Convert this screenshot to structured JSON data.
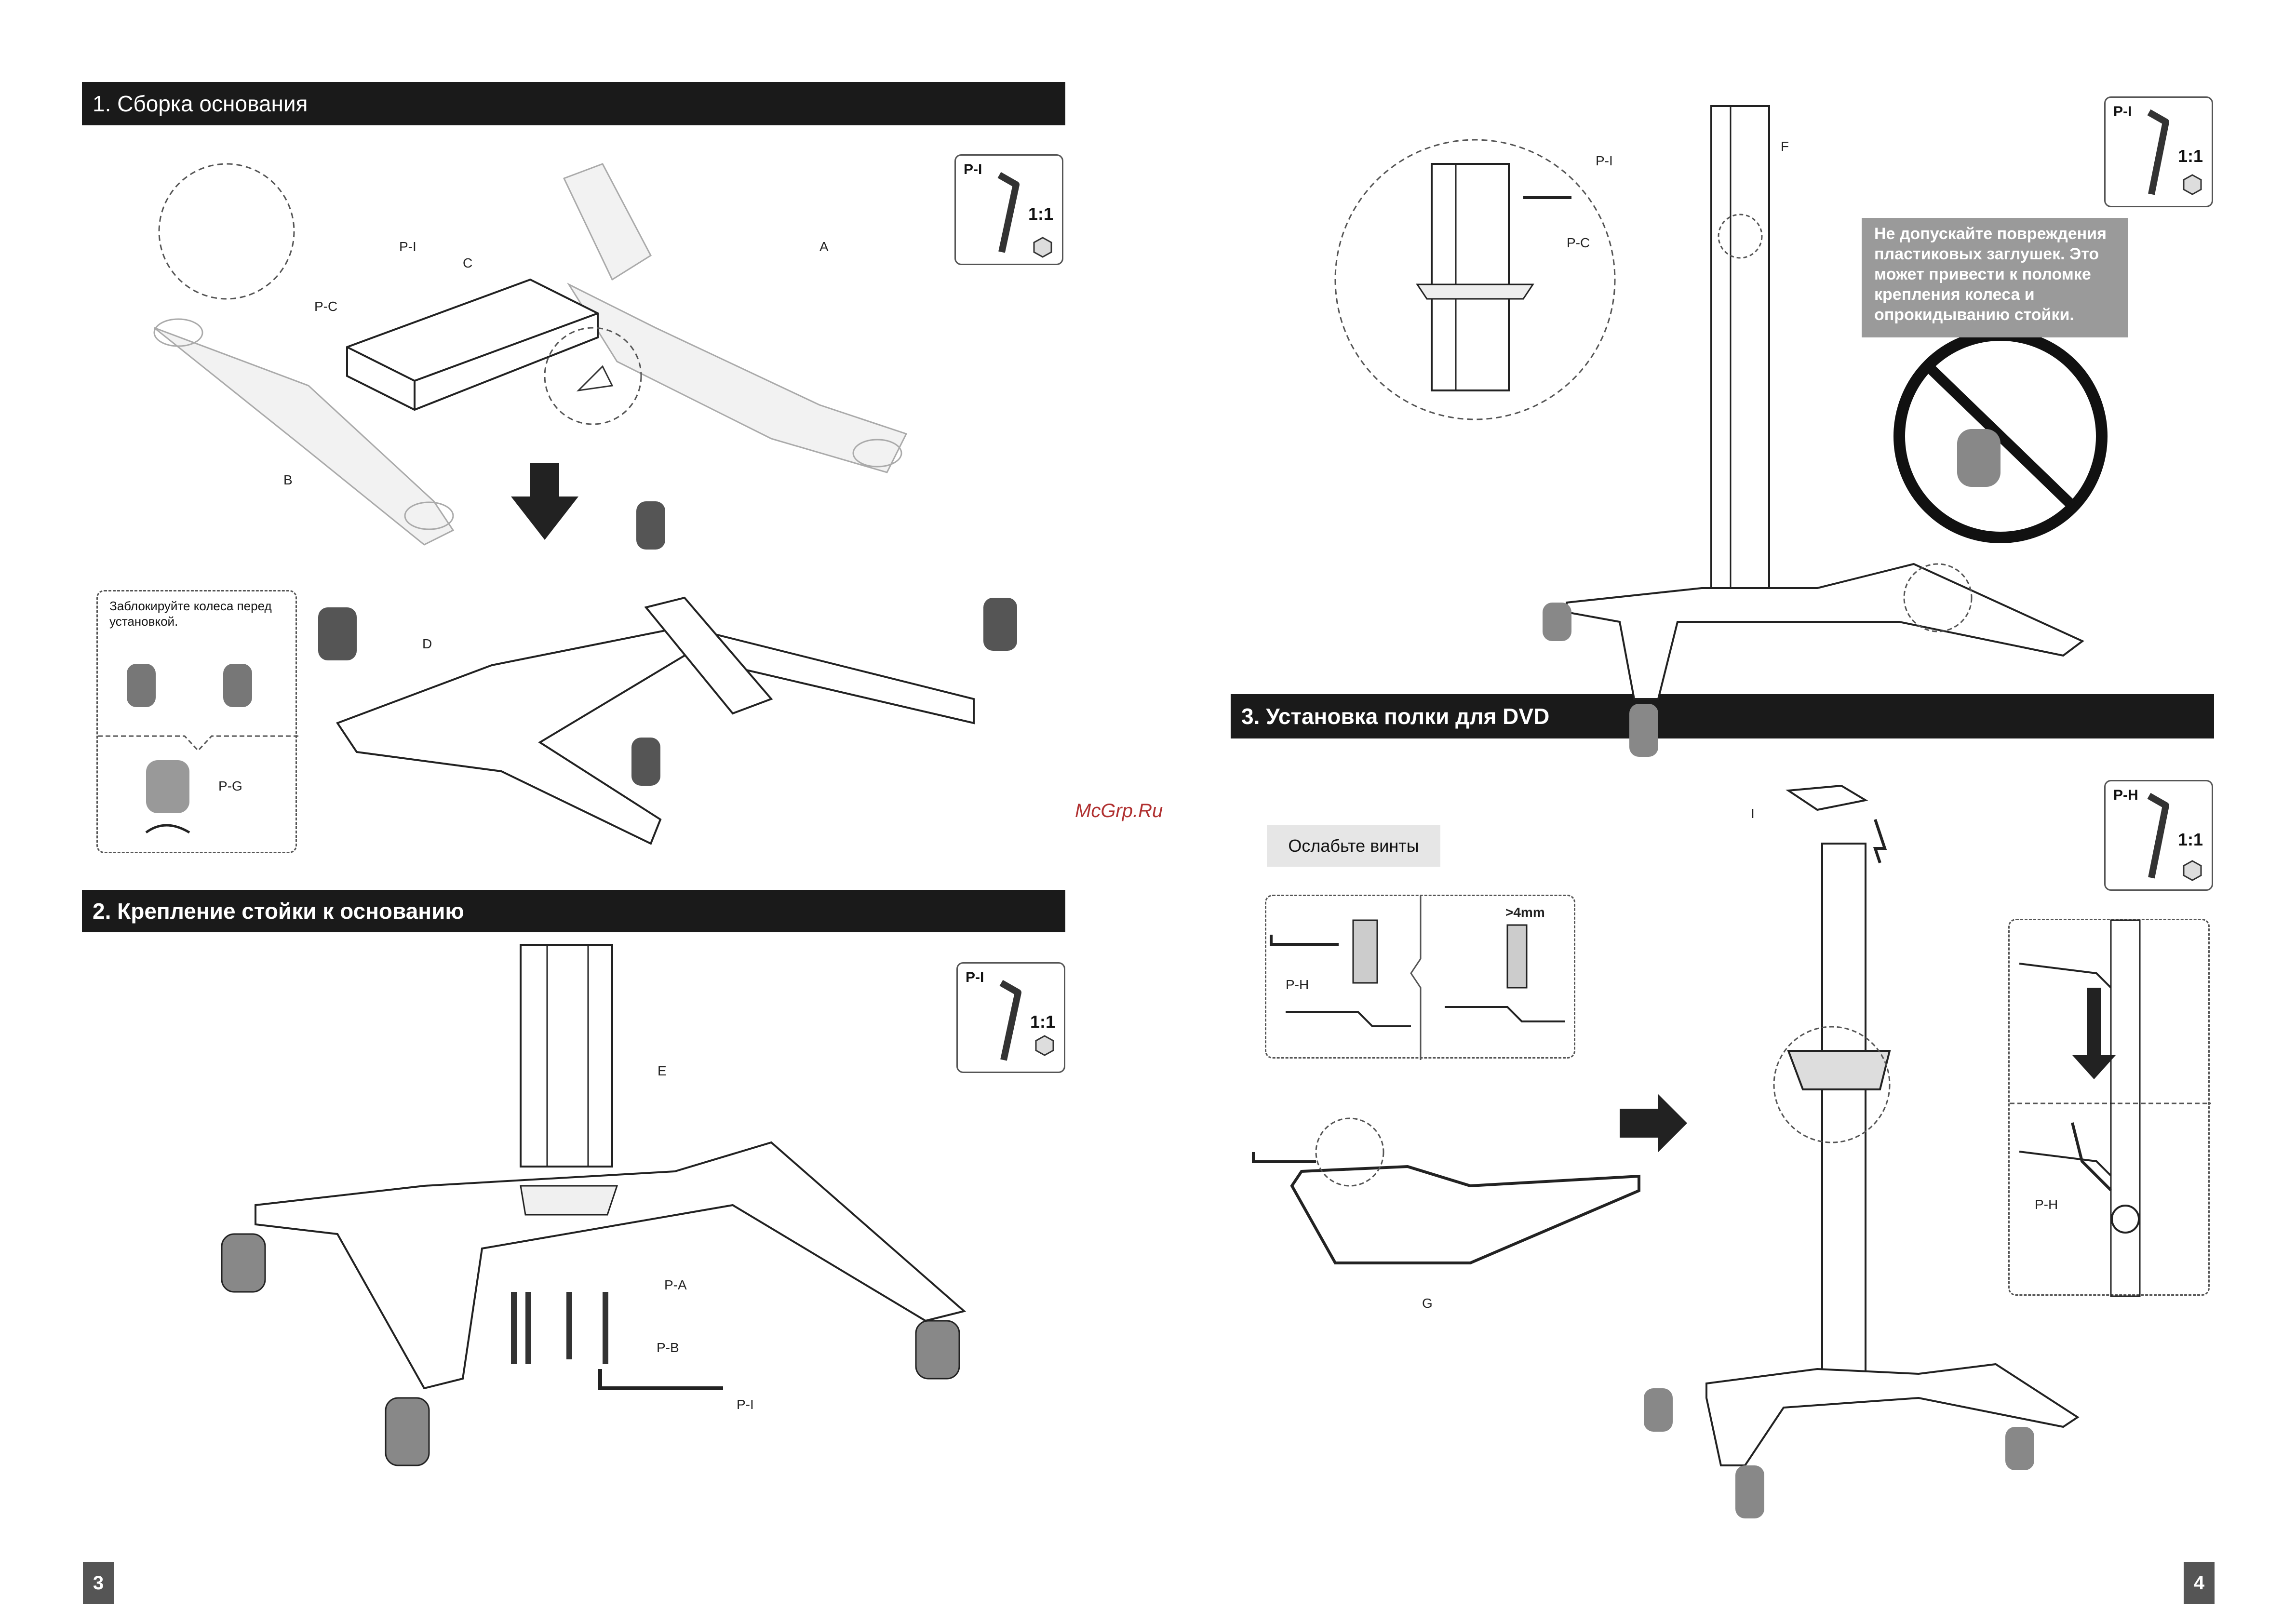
{
  "sections": [
    {
      "title": "1. Сборка основания"
    },
    {
      "title": "2. Крепление стойки к основанию"
    },
    {
      "title": "3. Установка полки для DVD"
    }
  ],
  "tools": [
    {
      "id": "P-I",
      "scale": "1:1"
    },
    {
      "id": "P-I",
      "scale": "1:1"
    },
    {
      "id": "P-I",
      "scale": "1:1"
    },
    {
      "id": "P-H",
      "scale": "1:1"
    }
  ],
  "step1": {
    "labels": {
      "pi": "P-I",
      "c": "C",
      "pc": "P-C",
      "a": "A",
      "b": "B",
      "d": "D",
      "pg": "P-G"
    },
    "note": "Заблокируйте колеса перед установкой."
  },
  "step2": {
    "labels": {
      "e": "E",
      "pa": "P-A",
      "pb": "P-B",
      "pi": "P-I"
    }
  },
  "step_right": {
    "labels": {
      "pi": "P-I",
      "f": "F",
      "pc": "P-C"
    },
    "warning": "Не допускайте повреждения пластиковых заглушек. Это может привести к поломке крепления колеса и опрокидыванию стойки."
  },
  "step3": {
    "loosen": "Ослабьте винты",
    "labels": {
      "ph": "P-H",
      "gap": ">4mm",
      "i": "I",
      "g": "G",
      "ph2": "P-H"
    }
  },
  "watermark": "McGrp.Ru",
  "pages": {
    "left": "3",
    "right": "4"
  }
}
